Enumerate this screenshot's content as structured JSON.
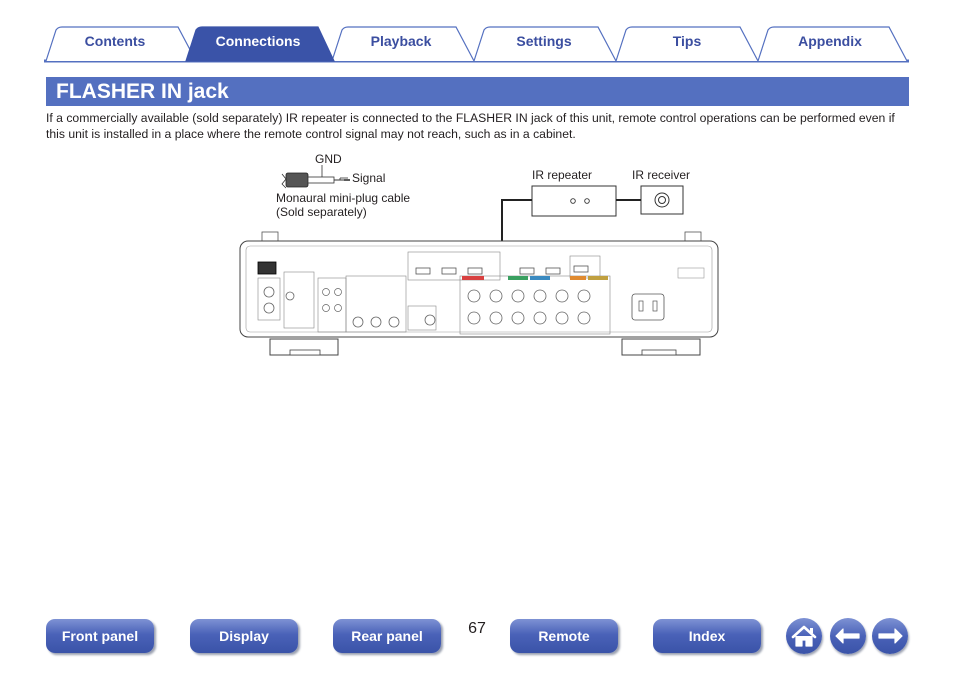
{
  "tabs": [
    {
      "label": "Contents",
      "active": false
    },
    {
      "label": "Connections",
      "active": true
    },
    {
      "label": "Playback",
      "active": false
    },
    {
      "label": "Settings",
      "active": false
    },
    {
      "label": "Tips",
      "active": false
    },
    {
      "label": "Appendix",
      "active": false
    }
  ],
  "section": {
    "title": "FLASHER IN jack",
    "description": "If a commercially available (sold separately) IR repeater is connected to the FLASHER IN jack of this unit, remote control operations can be performed even if this unit is installed in a place where the remote control signal may not reach, such as in a cabinet."
  },
  "diagram": {
    "gnd_label": "GND",
    "signal_label": "Signal",
    "cable_label_line1": "Monaural mini-plug cable",
    "cable_label_line2": "(Sold separately)",
    "ir_repeater_label": "IR repeater",
    "ir_receiver_label": "IR receiver"
  },
  "nav": {
    "front_panel": "Front panel",
    "display": "Display",
    "rear_panel": "Rear panel",
    "remote": "Remote",
    "index": "Index",
    "page_number": "67"
  },
  "icons": {
    "home": "home-icon",
    "back": "arrow-left-icon",
    "forward": "arrow-right-icon"
  },
  "colors": {
    "accent": "#5470c0",
    "tab_text": "#3b4ea0",
    "tab_active": "#3a53a8"
  }
}
